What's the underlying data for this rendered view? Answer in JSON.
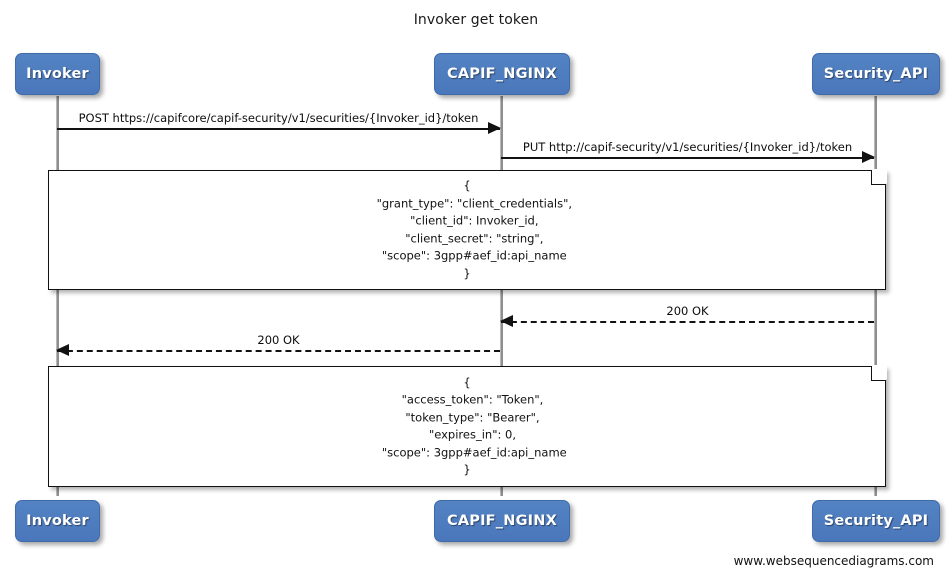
{
  "diagram": {
    "title": "Invoker get token",
    "footer": "www.websequencediagrams.com",
    "colors": {
      "participant_fill": "#4a77bb",
      "participant_border": "#3f6ba8",
      "participant_text": "#ffffff",
      "line": "#121212",
      "lifeline": "#8f8f8f",
      "note_fill": "#ffffff",
      "note_border": "#111111",
      "background": "#ffffff"
    },
    "participants": [
      {
        "id": "invoker",
        "label": "Invoker"
      },
      {
        "id": "capif_nginx",
        "label": "CAPIF_NGINX"
      },
      {
        "id": "security_api",
        "label": "Security_API"
      }
    ],
    "messages": [
      {
        "id": "msg-post-token",
        "label": "POST https://capifcore/capif-security/v1/securities/{Invoker_id}/token",
        "from": "invoker",
        "to": "capif_nginx",
        "style": "solid",
        "direction": "right"
      },
      {
        "id": "msg-put-token",
        "label": "PUT http://capif-security/v1/securities/{Invoker_id}/token",
        "from": "capif_nginx",
        "to": "security_api",
        "style": "solid",
        "direction": "right"
      },
      {
        "id": "msg-200-ok-security",
        "label": "200 OK",
        "from": "security_api",
        "to": "capif_nginx",
        "style": "dashed",
        "direction": "left"
      },
      {
        "id": "msg-200-ok-invoker",
        "label": "200 OK",
        "from": "capif_nginx",
        "to": "invoker",
        "style": "dashed",
        "direction": "left"
      }
    ],
    "notes": [
      {
        "id": "note-request-body",
        "text": "{\n    \"grant_type\": \"client_credentials\",\n    \"client_id\": Invoker_id,\n    \"client_secret\": \"string\",\n    \"scope\": 3gpp#aef_id:api_name\n}"
      },
      {
        "id": "note-response-body",
        "text": "{\n   \"access_token\": \"Token\",\n   \"token_type\": \"Bearer\",\n   \"expires_in\": 0,\n    \"scope\": 3gpp#aef_id:api_name\n}"
      }
    ]
  }
}
